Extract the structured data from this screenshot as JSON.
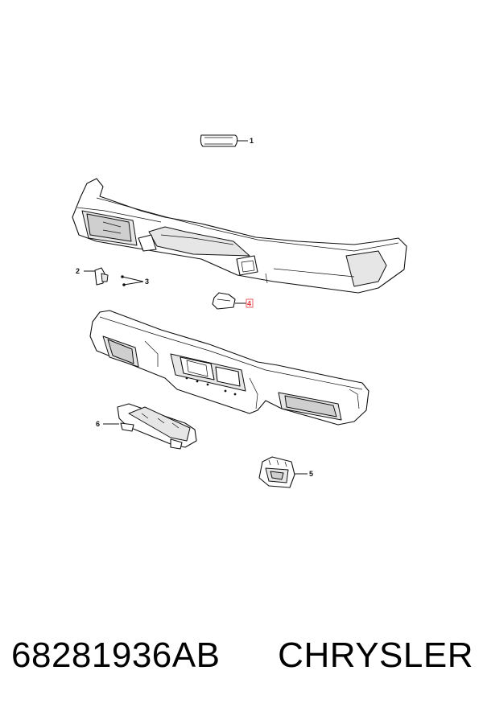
{
  "diagram": {
    "callouts": [
      {
        "id": "1",
        "label": "1"
      },
      {
        "id": "2",
        "label": "2"
      },
      {
        "id": "3",
        "label": "3"
      },
      {
        "id": "4",
        "label": "4",
        "highlighted": true
      },
      {
        "id": "5",
        "label": "5"
      },
      {
        "id": "6",
        "label": "6"
      }
    ],
    "highlight_color": "#e8383d"
  },
  "footer": {
    "part_number": "68281936AB",
    "brand": "CHRYSLER"
  }
}
